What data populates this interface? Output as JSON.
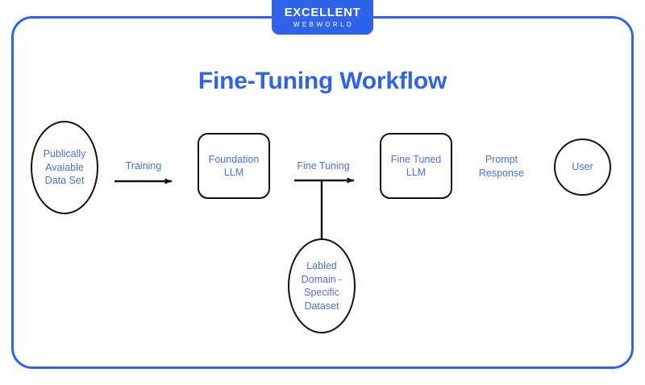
{
  "brand": {
    "name": "EXCELLENT",
    "tagline": "WEBWORLD",
    "badge_color": "#2f63e9"
  },
  "diagram": {
    "title": "Fine-Tuning Workflow",
    "title_color": "#2f63e9",
    "frame_color": "#2f63e9",
    "node_text_color": "#4a6fe3",
    "node_border_color": "#111111",
    "connector_color": "#111111",
    "nodes": [
      {
        "id": "public-data",
        "shape": "ellipse",
        "label": "Publically\nAvaiable\nData Set"
      },
      {
        "id": "foundation-llm",
        "shape": "rounded-rect",
        "label": "Foundation\nLLM"
      },
      {
        "id": "finetuned-llm",
        "shape": "rounded-rect",
        "label": "Fine Tuned\nLLM"
      },
      {
        "id": "user",
        "shape": "circle",
        "label": "User"
      },
      {
        "id": "labeled-data",
        "shape": "ellipse",
        "label": "Labled\nDomain -\nSpecific\nDataset"
      }
    ],
    "edges": [
      {
        "id": "training",
        "label": "Training",
        "from": "public-data",
        "to": "foundation-llm",
        "arrow": true
      },
      {
        "id": "fine-tuning",
        "label": "Fine Tuning",
        "from": "foundation-llm",
        "to": "finetuned-llm",
        "arrow": true
      },
      {
        "id": "prompt-response",
        "label": "Prompt\nResponse",
        "from": "finetuned-llm",
        "to": "user",
        "arrow": false
      },
      {
        "id": "dataset-feed",
        "label": "",
        "from": "labeled-data",
        "to": "fine-tuning",
        "arrow": false
      }
    ]
  }
}
